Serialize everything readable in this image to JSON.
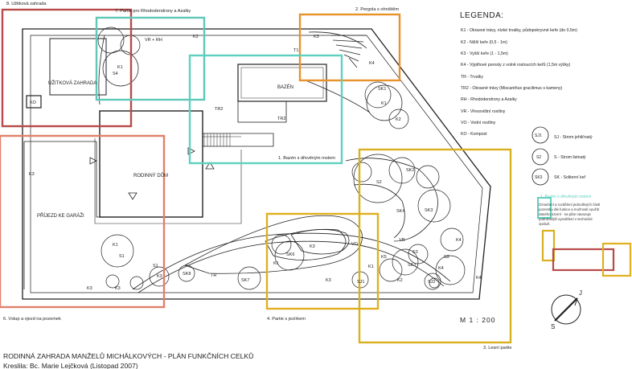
{
  "zones": [
    {
      "id": "uzitkova",
      "label": "8. Užitková zahrada",
      "color": "#b84a4a"
    },
    {
      "id": "rhododendrony",
      "label": "7. Partie pro Rhododendrony a Azalky",
      "color": "#5fc8b8"
    },
    {
      "id": "pergola",
      "label": "2. Pergola s ohništěm",
      "color": "#e8922a"
    },
    {
      "id": "bazen",
      "label": "1. Bazén s dřevěným molem",
      "color": "#5fd0c0"
    },
    {
      "id": "vstup",
      "label": "6. Vstup a vjezd na pozemek",
      "color": "#e0806a"
    },
    {
      "id": "jezirko",
      "label": "4. Partie s jezírkem",
      "color": "#e0b020"
    },
    {
      "id": "lesni",
      "label": "3. Lesní partie",
      "color": "#d8b020"
    }
  ],
  "plan_labels": {
    "uzitkova_zahrada": "UŽITKOVÁ ZAHRADA",
    "ko": "KO",
    "bazen": "BAZÉN",
    "rodinny_dum": "RODINNÝ DŮM",
    "prijezd": "PŘÍJEZD KE GARÁŽI",
    "k1": "K1",
    "k2": "K2",
    "k3": "K3",
    "k4": "K4",
    "k5": "K5",
    "s1": "S1",
    "s2": "S2",
    "s3": "S3",
    "s4": "S4",
    "sj1": "SJ1",
    "sj2": "SJ2",
    "sk1": "SK1",
    "sk2": "SK2",
    "sk3": "SK3",
    "sk4": "SK4",
    "sk6": "SK6",
    "sk7": "SK7",
    "sk8": "SK8",
    "tr": "TR",
    "tr2": "TR2",
    "t1": "T1",
    "vr": "VR",
    "vr_rh": "VR + RH",
    "vo": "VO"
  },
  "legend": {
    "title": "LEGENDA:",
    "items": [
      "K1 - Okrasné trávy, nízké trvalky, půdopokryvné keře (do 0,5m)",
      "K2 - Nižší keře (0,5 - 1m)",
      "K3 - Vyšší keře (1 - 1,5m)",
      "K4 - Výplňové porosty z volně rostoucích keřů (1,5m výšky)",
      "TR - Trvalky",
      "TR2 - Okrasné trávy (Miscanthus gracilimus s kameny)",
      "RH - Rhododendrony a Azalky",
      "VR - Vřesovištní rostliny",
      "VO - Vodní rostliny",
      "KO - Kompost"
    ],
    "symbols": [
      {
        "code": "SJ1",
        "text": "SJ - Strom jehličnatý"
      },
      {
        "code": "S2",
        "text": "S - Strom listnatý"
      },
      {
        "code": "SK3",
        "text": "SK - Soliterní keř"
      }
    ],
    "zone_example_label": "1. Bazén s dřevěným molem",
    "zone_note": "Označení a rozdělení jednotlivých částí pozemku dle funkce a možnosti využití daného území - na plán navazuje podrobnější vysvětlení v technické zprávě."
  },
  "compass": {
    "north": "J",
    "south": "S"
  },
  "scale": "M   1 : 200",
  "footer": {
    "title": "RODINNÁ ZAHRADA MANŽELŮ MICHÁLKOVÝCH - PLÁN FUNKČNÍCH CELKŮ",
    "author": "Kreslila: Bc. Marie Lejčková (Listopad 2007)"
  }
}
